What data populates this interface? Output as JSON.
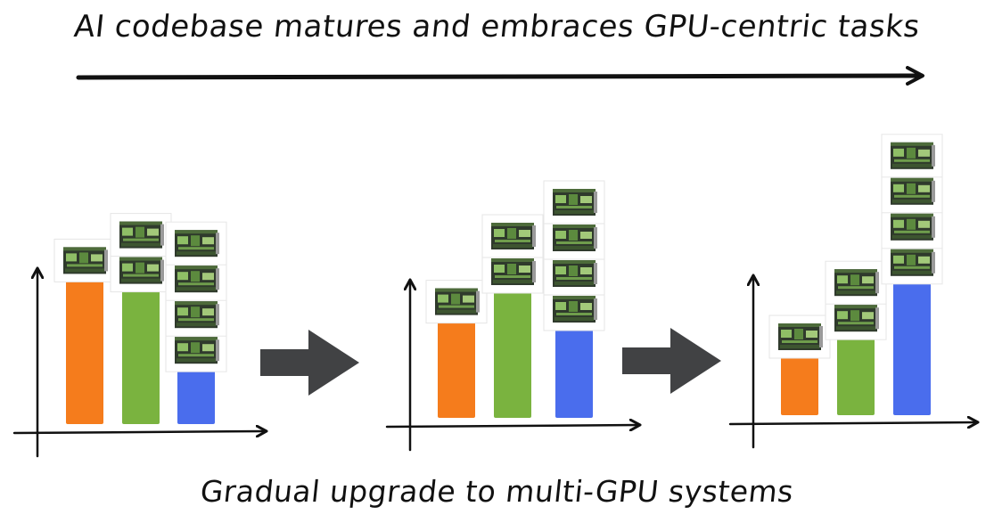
{
  "title": "AI codebase matures and embraces GPU-centric tasks",
  "caption": "Gradual upgrade to multi-GPU systems",
  "colors": {
    "orange": "#f57c1c",
    "green": "#7ab33f",
    "blue": "#4a6ded",
    "arrow": "#414244",
    "axis": "#111111"
  },
  "stages": [
    {
      "name": "stage-1",
      "bars": [
        {
          "color": "orange",
          "level": 0.62,
          "gpus": 1
        },
        {
          "color": "green",
          "level": 0.58,
          "gpus": 2
        },
        {
          "color": "blue",
          "level": 0.26,
          "gpus": 4
        }
      ]
    },
    {
      "name": "stage-2",
      "bars": [
        {
          "color": "orange",
          "level": 0.43,
          "gpus": 1
        },
        {
          "color": "green",
          "level": 0.55,
          "gpus": 2
        },
        {
          "color": "blue",
          "level": 0.4,
          "gpus": 4
        }
      ]
    },
    {
      "name": "stage-3",
      "bars": [
        {
          "color": "orange",
          "level": 0.3,
          "gpus": 1
        },
        {
          "color": "green",
          "level": 0.38,
          "gpus": 2
        },
        {
          "color": "blue",
          "level": 0.62,
          "gpus": 4
        }
      ]
    }
  ],
  "icons": {
    "gpu": "gpu-card-icon",
    "transition": "right-block-arrow-icon"
  }
}
